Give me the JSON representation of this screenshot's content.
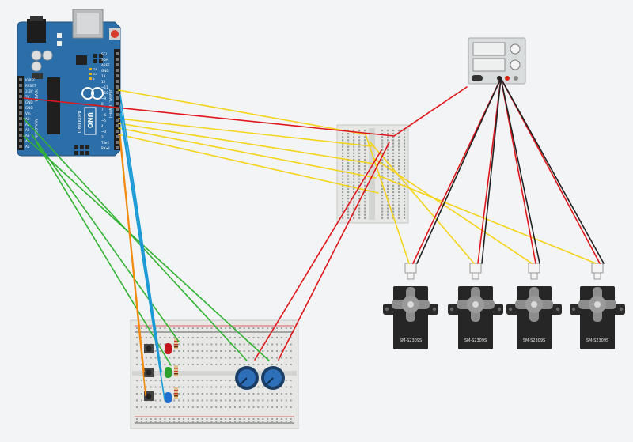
{
  "arduino": {
    "board_label": "UNO",
    "brand": "ARDUINO",
    "header_pins": [
      "SCL",
      "SDA",
      "AREF",
      "GND",
      "13",
      "12",
      "~11",
      "~10",
      "~9",
      "8",
      "7",
      "~6",
      "~5",
      "4",
      "~3",
      "2",
      "TX▸1",
      "RX◂0"
    ],
    "power_pins": [
      "IOREF",
      "RESET",
      "3.3V",
      "5V",
      "GND",
      "GND",
      "Vin"
    ],
    "analog_pins": [
      "A0",
      "A1",
      "A2",
      "A3",
      "A4",
      "A5"
    ],
    "section_labels": [
      "DIGITAL (PWM~)",
      "POWER",
      "ANALOG IN"
    ],
    "leds": [
      "TX",
      "RX",
      "L"
    ]
  },
  "servos": [
    {
      "model": "SM-S2309S"
    },
    {
      "model": "SM-S2309S"
    },
    {
      "model": "SM-S2309S"
    },
    {
      "model": "SM-S2309S"
    }
  ],
  "colors": {
    "signal": "#f5d318",
    "power": "#e0161b",
    "ground": "#222222",
    "analog": "#33b233",
    "button_a": "#f28a0f",
    "button_b": "#1a9ad6",
    "board_blue": "#2c6ea8"
  }
}
